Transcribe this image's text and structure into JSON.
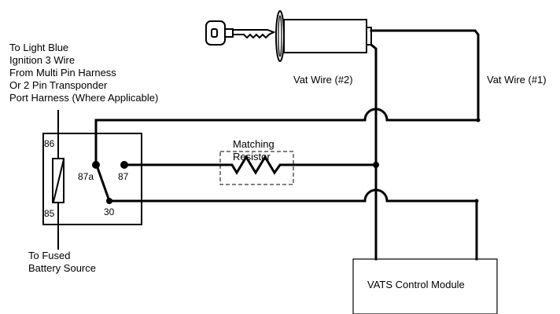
{
  "diagram": {
    "light_blue_note": [
      "To Light Blue",
      "Ignition 3 Wire",
      "From Multi Pin Harness",
      "Or 2 Pin Transponder",
      "Port Harness (Where Applicable)"
    ],
    "battery_note": [
      "To Fused",
      "Battery Source"
    ],
    "relay": {
      "pin_86": "86",
      "pin_85": "85",
      "pin_87a": "87a",
      "pin_87": "87",
      "pin_30": "30"
    },
    "resistor_label": [
      "Matching",
      "Resistor"
    ],
    "vat_wire_2": "Vat Wire (#2)",
    "vat_wire_1": "Vat Wire (#1)",
    "module_label": "VATS Control Module"
  }
}
